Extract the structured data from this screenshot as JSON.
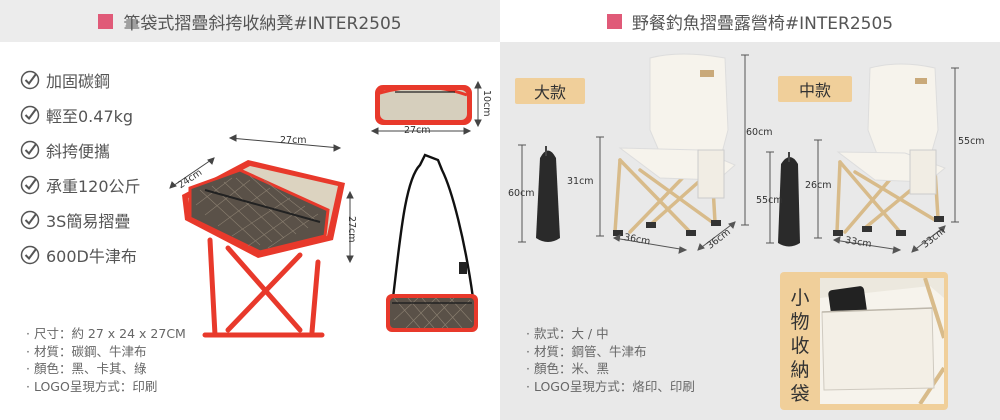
{
  "left": {
    "header_title": "筆袋式摺疊斜挎收納凳#INTER2505",
    "features": [
      "加固碳鋼",
      "輕至0.47kg",
      "斜挎便攜",
      "承重120公斤",
      "3S簡易摺疊",
      "600D牛津布"
    ],
    "dims": {
      "stool_width": "27cm",
      "stool_depth": "24cm",
      "stool_height": "27cm",
      "bag_length": "27cm",
      "bag_height": "10cm"
    },
    "specs": [
      "· 尺寸：約 27 x 24 x 27CM",
      "· 材質：碳鋼、牛津布",
      "· 顏色：黑、卡其、綠",
      "· LOGO呈現方式：印刷"
    ]
  },
  "right": {
    "header_title": "野餐釣魚摺疊露營椅#INTER2505",
    "large_label": "大款",
    "medium_label": "中款",
    "dims_large": {
      "bag": "60cm",
      "seat_h": "31cm",
      "total_h": "60cm",
      "w": "36cm",
      "d": "36cm"
    },
    "dims_medium": {
      "bag": "55cm",
      "seat_h": "26cm",
      "total_h": "55cm",
      "w": "33cm",
      "d": "33cm"
    },
    "specs": [
      "· 款式：大 / 中",
      "· 材質：鋼管、牛津布",
      "· 顏色：米、黑",
      "· LOGO呈現方式：烙印、印刷"
    ],
    "pocket_label": "小物收納袋"
  },
  "colors": {
    "accent": "#e05a78",
    "label_bg": "#f0cf9a",
    "stool_red": "#e8392b",
    "frame_wood": "#d8bb8a",
    "fabric": "#f6f3ec"
  }
}
